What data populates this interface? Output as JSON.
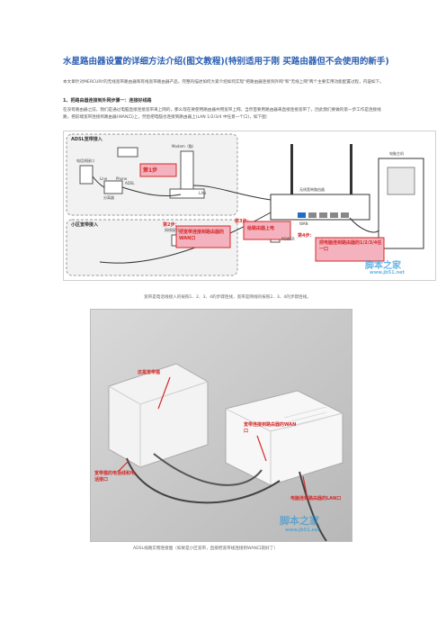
{
  "doc": {
    "title": "水星路由器设置的详细方法介绍(图文教程)(特别适用于刚 买路由器但不会使用的新手)",
    "intro": "本文章针对MERCURY的无线宽带路由器和有线宽带路由器产品，完整的描述如何大家介绍如何实现\"把路由器连接到外网\"和\"无线上网\"两个主要实用功能配置过程，内容如下。",
    "step1_heading": "1、把路由器连接到外网步骤一：连接好线路",
    "step1_text": "在没有路由器之前，我们是通过电脑直接连接宽带来上网的，那么现在要使用路由器共用宽带上网，当然首要用路由器来直接连接宽带了。因此我们要做的第一步工作是连接线路，把前端宽带连接到路由器(WAN口)上，然后把电脑也连接到路由器上(LAN 1/2/3/4 中任意一个口)，如下图："
  },
  "figure1": {
    "adsl_title": "ADSL宽带接入",
    "community_title": "小区宽带接入",
    "phone_outlet": "电话线接口",
    "splitter": "分离器",
    "modem": "Modem（猫）",
    "router": "无线宽带路由器",
    "computer_host": "电脑主机",
    "wall_port": "网线接口",
    "step1": "第1步",
    "step2": "第2步：",
    "step2_text": "把宽带连接到路由器的WAN口",
    "step3": "第3步：",
    "step3_text": "给路由器上电",
    "step4": "第4步：",
    "step4_text": "把电脑连到路由器的1/2/3/4任一口",
    "label_phone": "Phone",
    "label_line": "Line",
    "label_adsl": "ADSL",
    "label_lan": "LAN",
    "label_wan": "WAN",
    "label_power": "POWER",
    "watermark": "脚本之家",
    "watermark_url": "www.jb51.net"
  },
  "caption1": "宽带是电话线接入的按照1、2、3、4的步骤连线，宽带是网线的按照2、3、4的步骤连线。",
  "figure2": {
    "label_modem": "这是宽带猫",
    "label_wan": "宽带连接到路由器的WAN口",
    "label_phone": "宽带猫的电话线和电话接口",
    "label_lan": "电脑连到路由器的LAN口",
    "watermark": "脚本之家",
    "watermark_url": "www.jb51.net"
  },
  "caption2": "ADSL线路实物连接图（如果是小区宽带，直接把宽带线连接到WAN口就好了）",
  "colors": {
    "title": "#2b5fb3",
    "annotation": "#d52b2b",
    "step_fill": "#f3b2bd",
    "watermark": "#1a8fd6"
  }
}
